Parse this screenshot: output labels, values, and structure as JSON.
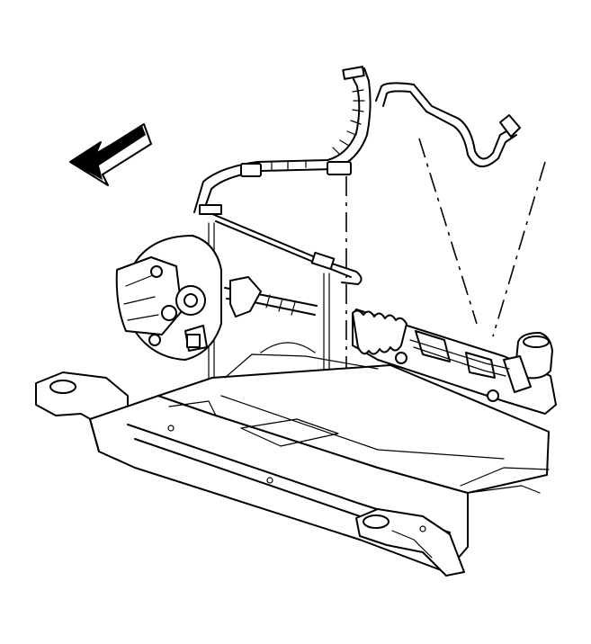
{
  "figure": {
    "colors": {
      "line": "#000000",
      "background": "#ffffff"
    },
    "parts": [
      {
        "name": "direction-arrow-icon"
      },
      {
        "name": "power-steering-hoses"
      },
      {
        "name": "steering-gear-rack"
      },
      {
        "name": "front-suspension-crossmember"
      },
      {
        "name": "knuckle-and-brake-caliper"
      },
      {
        "name": "bolt-alignment-lines"
      }
    ]
  }
}
